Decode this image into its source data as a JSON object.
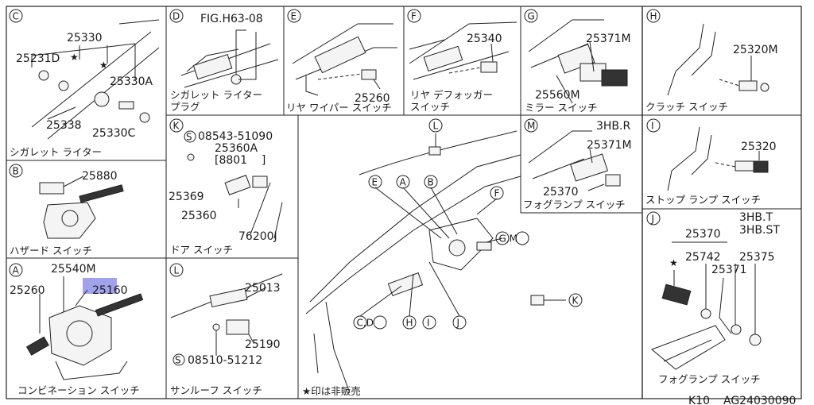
{
  "panels": {
    "C": {
      "letter": "C",
      "parts": [
        "25330",
        "25231D",
        "25330A",
        "25338",
        "25330C"
      ],
      "caption": "シガレット ライター"
    },
    "D": {
      "letter": "D",
      "ref": "FIG.H63-08",
      "caption_line1": "シガレット ライター",
      "caption_line2": "プラグ"
    },
    "E": {
      "letter": "E",
      "parts": [
        "25260"
      ],
      "caption": "リヤ ワイパー スイッチ"
    },
    "F": {
      "letter": "F",
      "parts": [
        "25340"
      ],
      "caption_line1": "リヤ デフォッガー",
      "caption_line2": "スイッチ"
    },
    "G": {
      "letter": "G",
      "parts": [
        "25371M",
        "25560M"
      ],
      "caption": "ミラー スイッチ"
    },
    "H": {
      "letter": "H",
      "parts": [
        "25320M"
      ],
      "caption": "クラッチ スイッチ"
    },
    "B": {
      "letter": "B",
      "parts": [
        "25880"
      ],
      "caption": "ハザード スイッチ"
    },
    "K": {
      "letter": "K",
      "screw": "08543-51090",
      "parts": [
        "25360A",
        "[8801    ]",
        "25369",
        "25360",
        "76200J"
      ],
      "caption": "ドア スイッチ"
    },
    "M": {
      "letter": "M",
      "variant": "3HB.R",
      "parts": [
        "25371M",
        "25370"
      ],
      "caption": "フォグランプ スイッチ"
    },
    "I": {
      "letter": "I",
      "parts": [
        "25320"
      ],
      "caption": "ストップ ランプ スイッチ"
    },
    "J": {
      "letter": "J",
      "variant1": "3HB.T",
      "variant2": "3HB.ST",
      "parts": [
        "25370",
        "25742",
        "25375",
        "25371"
      ],
      "caption": "フォグランプ スイッチ"
    },
    "A": {
      "letter": "A",
      "parts": [
        "25540M",
        "25260",
        "25160"
      ],
      "caption": "コンビネーション スイッチ"
    },
    "L": {
      "letter": "L",
      "parts": [
        "25013",
        "25190"
      ],
      "screw": "08510-51212",
      "caption": "サンルーフ スイッチ"
    },
    "main": {
      "callouts": [
        "L",
        "E",
        "A",
        "B",
        "F",
        "G",
        "M",
        "K",
        "C",
        "D",
        "H",
        "I",
        "J"
      ],
      "callout_pairs": [
        "G,M",
        "C,D"
      ],
      "note": "★印は非販売"
    }
  },
  "footer": {
    "model": "K10",
    "code": "AG24030090"
  },
  "colors": {
    "highlight": "#8f93e8",
    "line": "#222222",
    "background": "#ffffff"
  }
}
